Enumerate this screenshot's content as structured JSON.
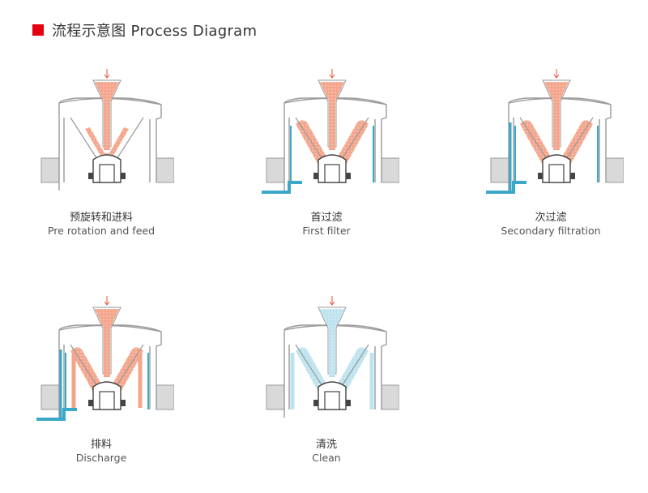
{
  "header": {
    "title": "流程示意图 Process Diagram",
    "accent_color": "#e60012"
  },
  "colors": {
    "product": "#f4a58c",
    "clean": "#bde3ef",
    "outline": "#9a9a9a",
    "filtrate": "#3ba8c9",
    "wall": "#d9d9d9"
  },
  "steps": [
    {
      "id": 1,
      "label_cn": "预旋转和进料",
      "label_en": "Pre rotation and feed",
      "stage": "feed"
    },
    {
      "id": 2,
      "label_cn": "首过滤",
      "label_en": "First filter",
      "stage": "first"
    },
    {
      "id": 3,
      "label_cn": "次过滤",
      "label_en": "Secondary filtration",
      "stage": "second"
    },
    {
      "id": 4,
      "label_cn": "排料",
      "label_en": "Discharge",
      "stage": "discharge"
    },
    {
      "id": 5,
      "label_cn": "清洗",
      "label_en": "Clean",
      "stage": "clean"
    }
  ]
}
